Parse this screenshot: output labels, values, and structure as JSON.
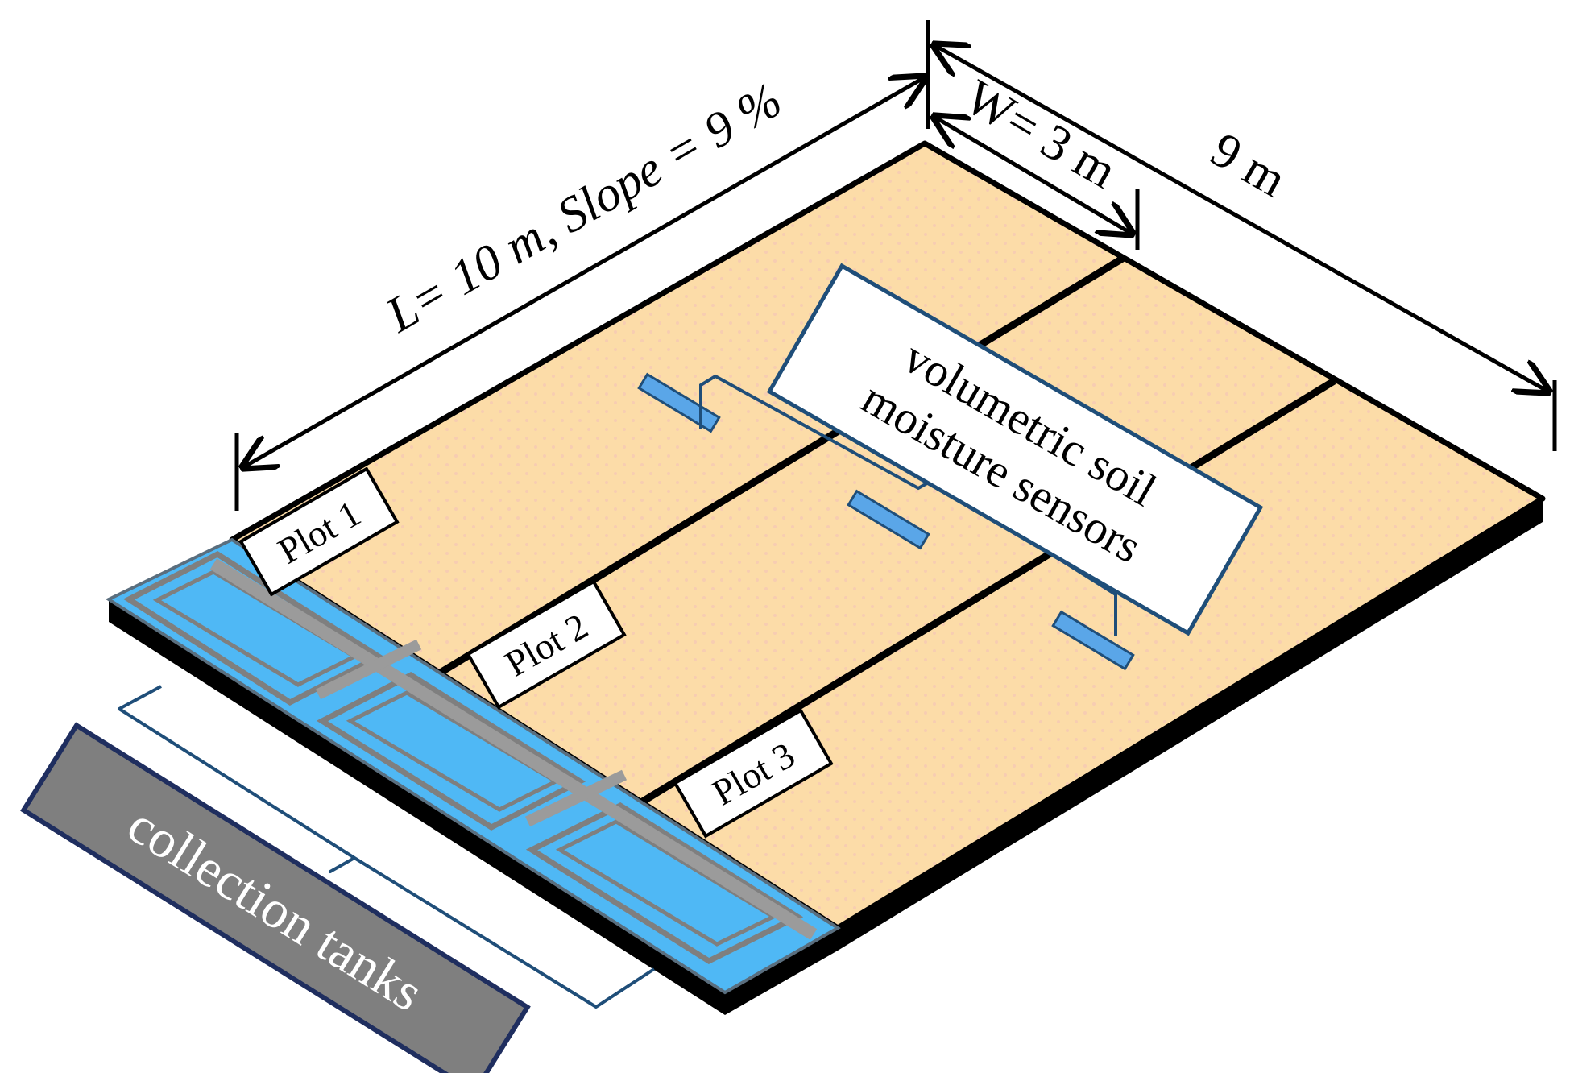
{
  "dimensions": {
    "length_label": "L= 10 m, Slope = 9 %",
    "width_label": "W= 3 m",
    "total_width_label": "9 m"
  },
  "plots": [
    {
      "label": "Plot 1"
    },
    {
      "label": "Plot 2"
    },
    {
      "label": "Plot 3"
    }
  ],
  "callouts": {
    "sensors_line1": "volumetric soil",
    "sensors_line2": "moisture sensors",
    "tanks": "collection tanks"
  },
  "colors": {
    "soil": "#FCDCA8",
    "soil_pattern": "#F6C9B6",
    "water": "#4FB8F5",
    "tank_frame": "#9B9B9B",
    "base": "#000000",
    "callout_border": "#1F4E79",
    "tank_label_bg": "#7F7F7F",
    "sensor": "#5AA6E8"
  }
}
